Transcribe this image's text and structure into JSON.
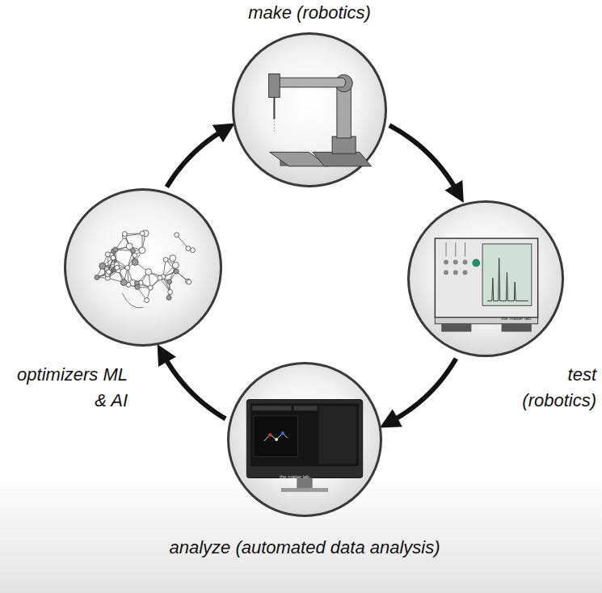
{
  "diagram": {
    "nodes": [
      {
        "text": [
          "make (robotics)"
        ]
      },
      {
        "text": [
          "test (robotics)"
        ]
      },
      {
        "text": [
          "analyze (automated data analysis)"
        ]
      },
      {
        "text": [
          "optimizers ML & AI"
        ]
      }
    ],
    "edges": [
      {
        "from": 0,
        "to": 1,
        "arrow": "to"
      },
      {
        "from": 1,
        "to": 2,
        "arrow": "to"
      },
      {
        "from": 2,
        "to": 3,
        "arrow": "to"
      },
      {
        "from": 3,
        "to": 0,
        "arrow": "to"
      }
    ],
    "labels": [
      "the matter lab",
      "the matter lab"
    ]
  }
}
